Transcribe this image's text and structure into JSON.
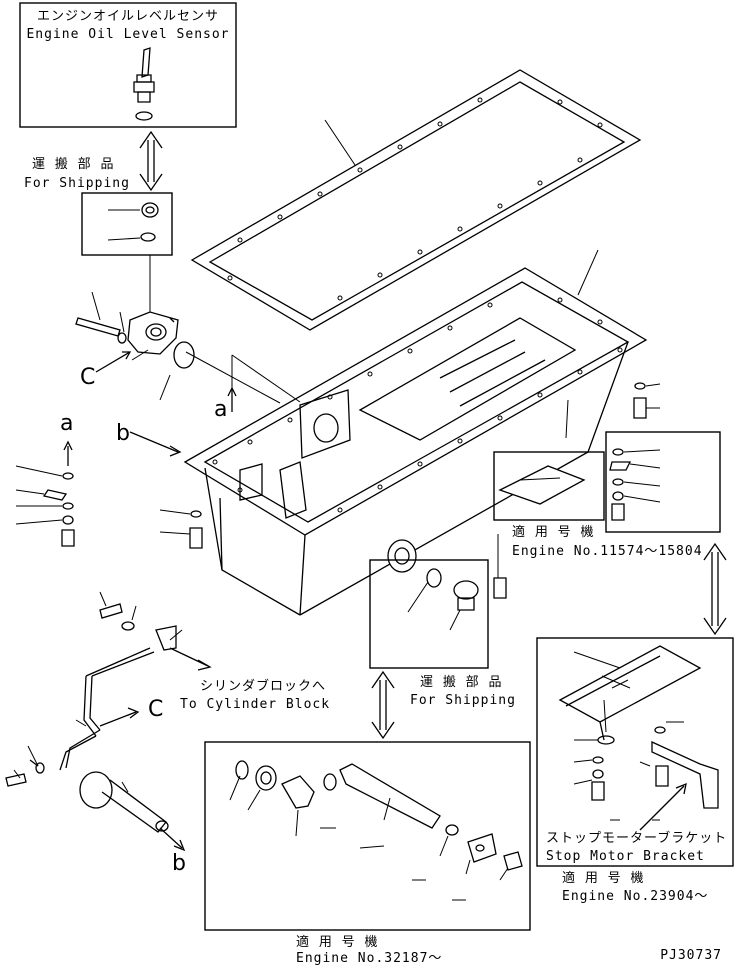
{
  "labels": {
    "sensor_jp": "エンジンオイルレベルセンサ",
    "sensor_en": "Engine Oil Level Sensor",
    "shipping1_jp": "運 搬 部 品",
    "shipping1_en": "For Shipping",
    "shipping2_jp": "運 搬 部 品",
    "shipping2_en": "For Shipping",
    "engine1_jp": "適 用 号 機",
    "engine1_en": "Engine No.11574〜15804",
    "cylinder_jp": "シリンダブロックへ",
    "cylinder_en": "To Cylinder Block",
    "bracket_jp": "ストップモーターブラケット",
    "bracket_en": "Stop Motor Bracket",
    "engine2_jp": "適 用 号 機",
    "engine2_en": "Engine No.23904〜",
    "engine3_jp": "適 用 号 機",
    "engine3_en": "Engine No.32187〜",
    "drawing_id": "PJ30737"
  },
  "letters": {
    "a_upper": "a",
    "a_center": "a",
    "b_center": "b",
    "b_lower": "b",
    "c_left": "C",
    "c_pipe": "C"
  },
  "style": {
    "line_color": "#000000",
    "background": "#ffffff"
  }
}
